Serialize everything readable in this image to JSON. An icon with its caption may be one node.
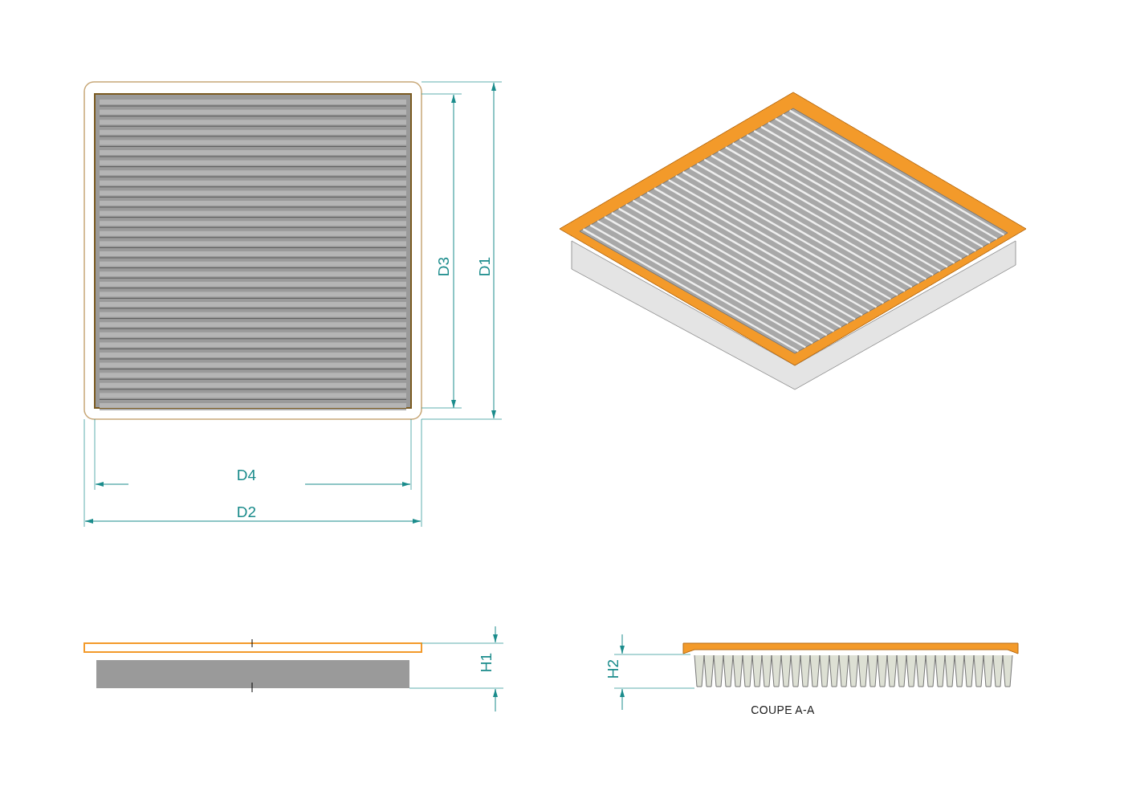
{
  "diagram": {
    "labels": [
      "D3",
      "D1",
      "D4",
      "D2",
      "H1",
      "H2",
      "COUPE A-A"
    ]
  }
}
